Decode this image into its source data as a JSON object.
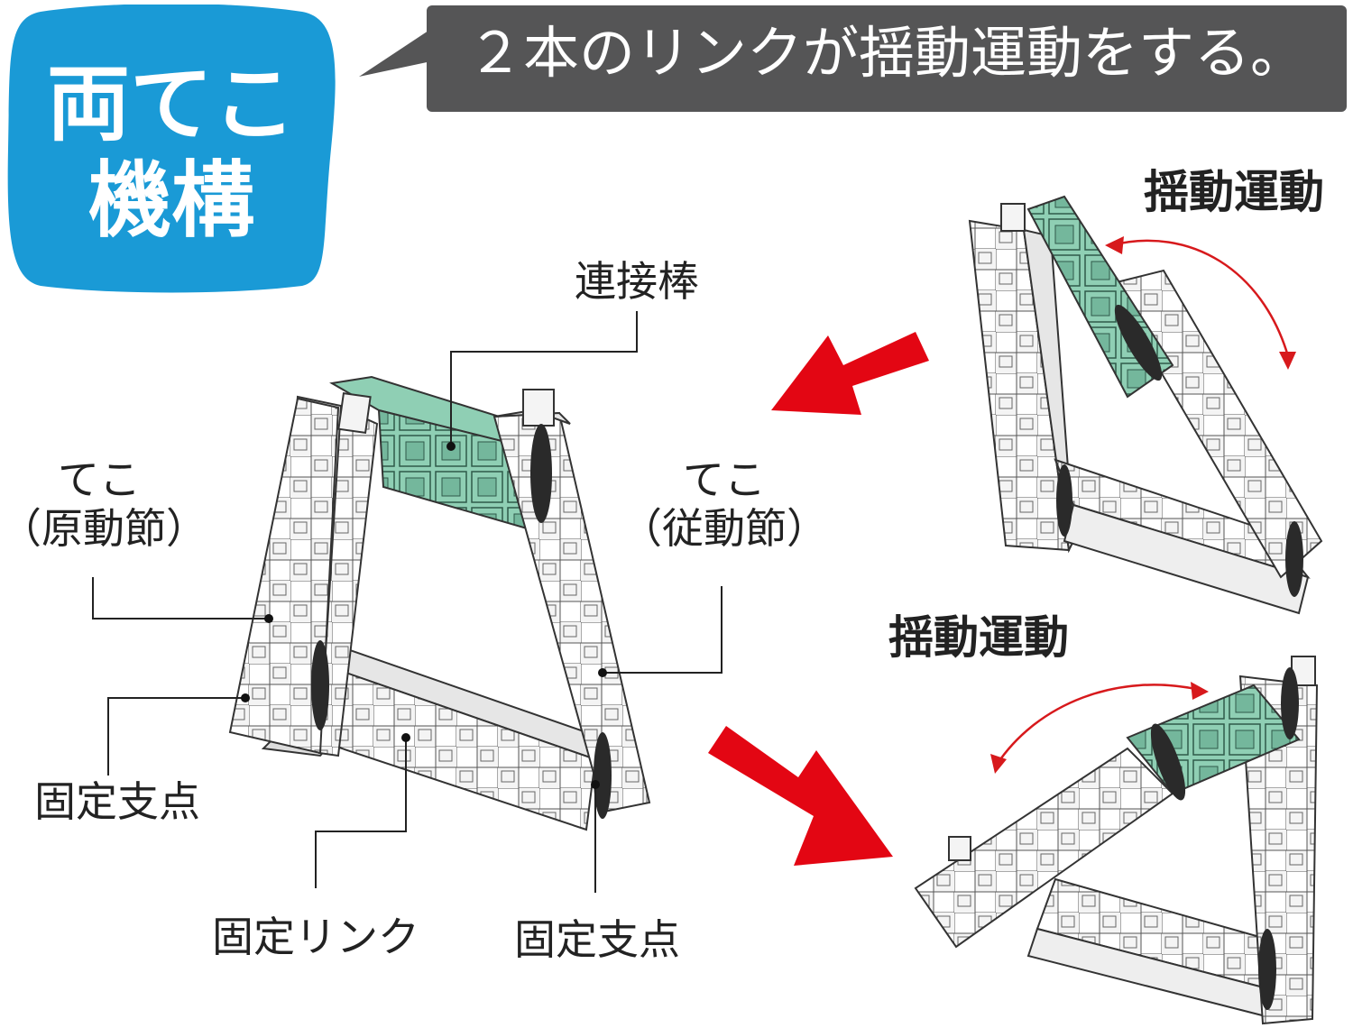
{
  "badge": {
    "line1": "両てこ",
    "line2": "機構",
    "color": "#1a9ad6"
  },
  "banner": {
    "text": "２本のリンクが揺動運動をする。",
    "color": "#555556"
  },
  "motion_label_top": "揺動運動",
  "motion_label_bottom": "揺動運動",
  "labels": {
    "connecting_rod": "連接棒",
    "lever_driver_1": "てこ",
    "lever_driver_2": "（原動節）",
    "lever_follower_1": "てこ",
    "lever_follower_2": "（従動節）",
    "fixed_pivot_left": "固定支点",
    "fixed_link": "固定リンク",
    "fixed_pivot_right": "固定支点"
  },
  "colors": {
    "arrow_red": "#e30613",
    "motion_arc": "#d7191c",
    "block_white": "#f3f3f3",
    "block_green": "#8fcfb4",
    "outline": "#333333"
  }
}
